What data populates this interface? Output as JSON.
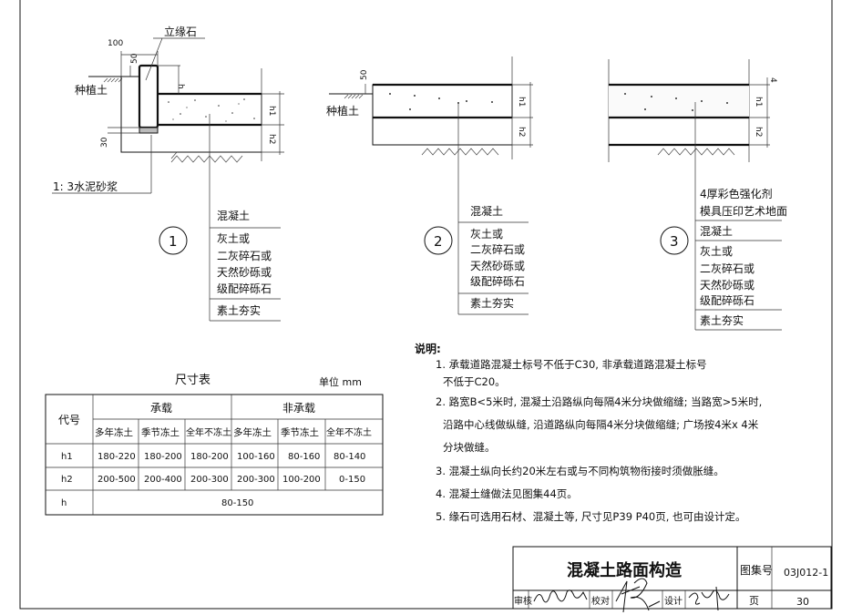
{
  "details": [
    {
      "number": "1",
      "curb_label": "立缘石",
      "soil_label": "种植土",
      "mortar_label": "1: 3水泥砂浆",
      "dims": {
        "width": "100",
        "top": "50",
        "bottom": "30",
        "h": "h",
        "h1": "h1",
        "h2": "h2"
      },
      "layers": [
        {
          "lines": [
            "混凝土"
          ]
        },
        {
          "lines": [
            "灰土或",
            "二灰碎石或",
            "天然砂砾或",
            "级配碎砾石"
          ]
        },
        {
          "lines": [
            "素土夯实"
          ]
        }
      ]
    },
    {
      "number": "2",
      "soil_label": "种植土",
      "dims": {
        "top": "50",
        "h1": "h1",
        "h2": "h2"
      },
      "layers": [
        {
          "lines": [
            "混凝土"
          ]
        },
        {
          "lines": [
            "灰土或",
            "二灰碎石或",
            "天然砂砾或",
            "级配碎砾石"
          ]
        },
        {
          "lines": [
            "素土夯实"
          ]
        }
      ]
    },
    {
      "number": "3",
      "dims": {
        "top": "4",
        "h1": "h1",
        "h2": "h2"
      },
      "layers": [
        {
          "lines": [
            "4厚彩色强化剂",
            "模具压印艺术地面"
          ]
        },
        {
          "lines": [
            "混凝土"
          ]
        },
        {
          "lines": [
            "灰土或",
            "二灰碎石或",
            "天然砂砾或",
            "级配碎砾石"
          ]
        },
        {
          "lines": [
            "素土夯实"
          ]
        }
      ]
    }
  ],
  "size_table": {
    "title": "尺寸表",
    "unit": "单位 mm",
    "code_header": "代号",
    "groups": [
      "承载",
      "非承载"
    ],
    "subheaders": [
      "多年冻土",
      "季节冻土",
      "全年不冻土",
      "多年冻土",
      "季节冻土",
      "全年不冻土"
    ],
    "rows": [
      {
        "code": "h1",
        "values": [
          "180-220",
          "180-200",
          "180-200",
          "100-160",
          "80-160",
          "80-140"
        ]
      },
      {
        "code": "h2",
        "values": [
          "200-500",
          "200-400",
          "200-300",
          "200-300",
          "100-200",
          "0-150"
        ]
      },
      {
        "code": "h",
        "merged": "80-150"
      }
    ]
  },
  "notes": {
    "title": "说明:",
    "lines": [
      "1. 承载道路混凝土标号不低于C30, 非承载道路混凝土标号",
      "不低于C20。",
      "2. 路宽B<5米时, 混凝土沿路纵向每隔4米分块做缩缝; 当路宽>5米时,",
      "沿路中心线做纵缝, 沿道路纵向每隔4米分块做缩缝; 广场按4米x 4米",
      "分块做缝。",
      "3. 混凝土纵向长约20米左右或与不同构筑物衔接时须做胀缝。",
      "4. 混凝土缝做法见图集44页。",
      "5. 缘石可选用石材、混凝土等, 尺寸见P39 P40页, 也可由设计定。"
    ]
  },
  "title_block": {
    "title": "混凝土路面构造",
    "atlas_label": "图集号",
    "atlas_no": "03J012-1",
    "review_label": "审核",
    "check_label": "校对",
    "design_label": "设计",
    "page_label": "页",
    "page_no": "30"
  }
}
